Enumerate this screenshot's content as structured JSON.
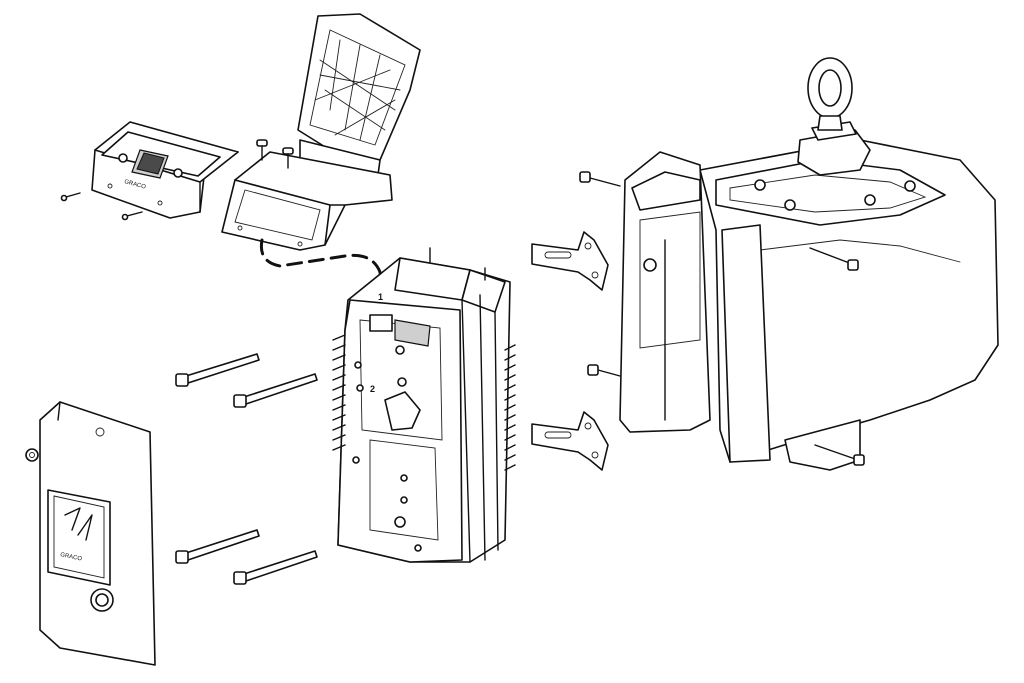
{
  "diagram": {
    "texts": {
      "brand_top": "GRACO",
      "brand_cover": "GRACO",
      "ref_a": "1",
      "ref_b": "2"
    }
  }
}
